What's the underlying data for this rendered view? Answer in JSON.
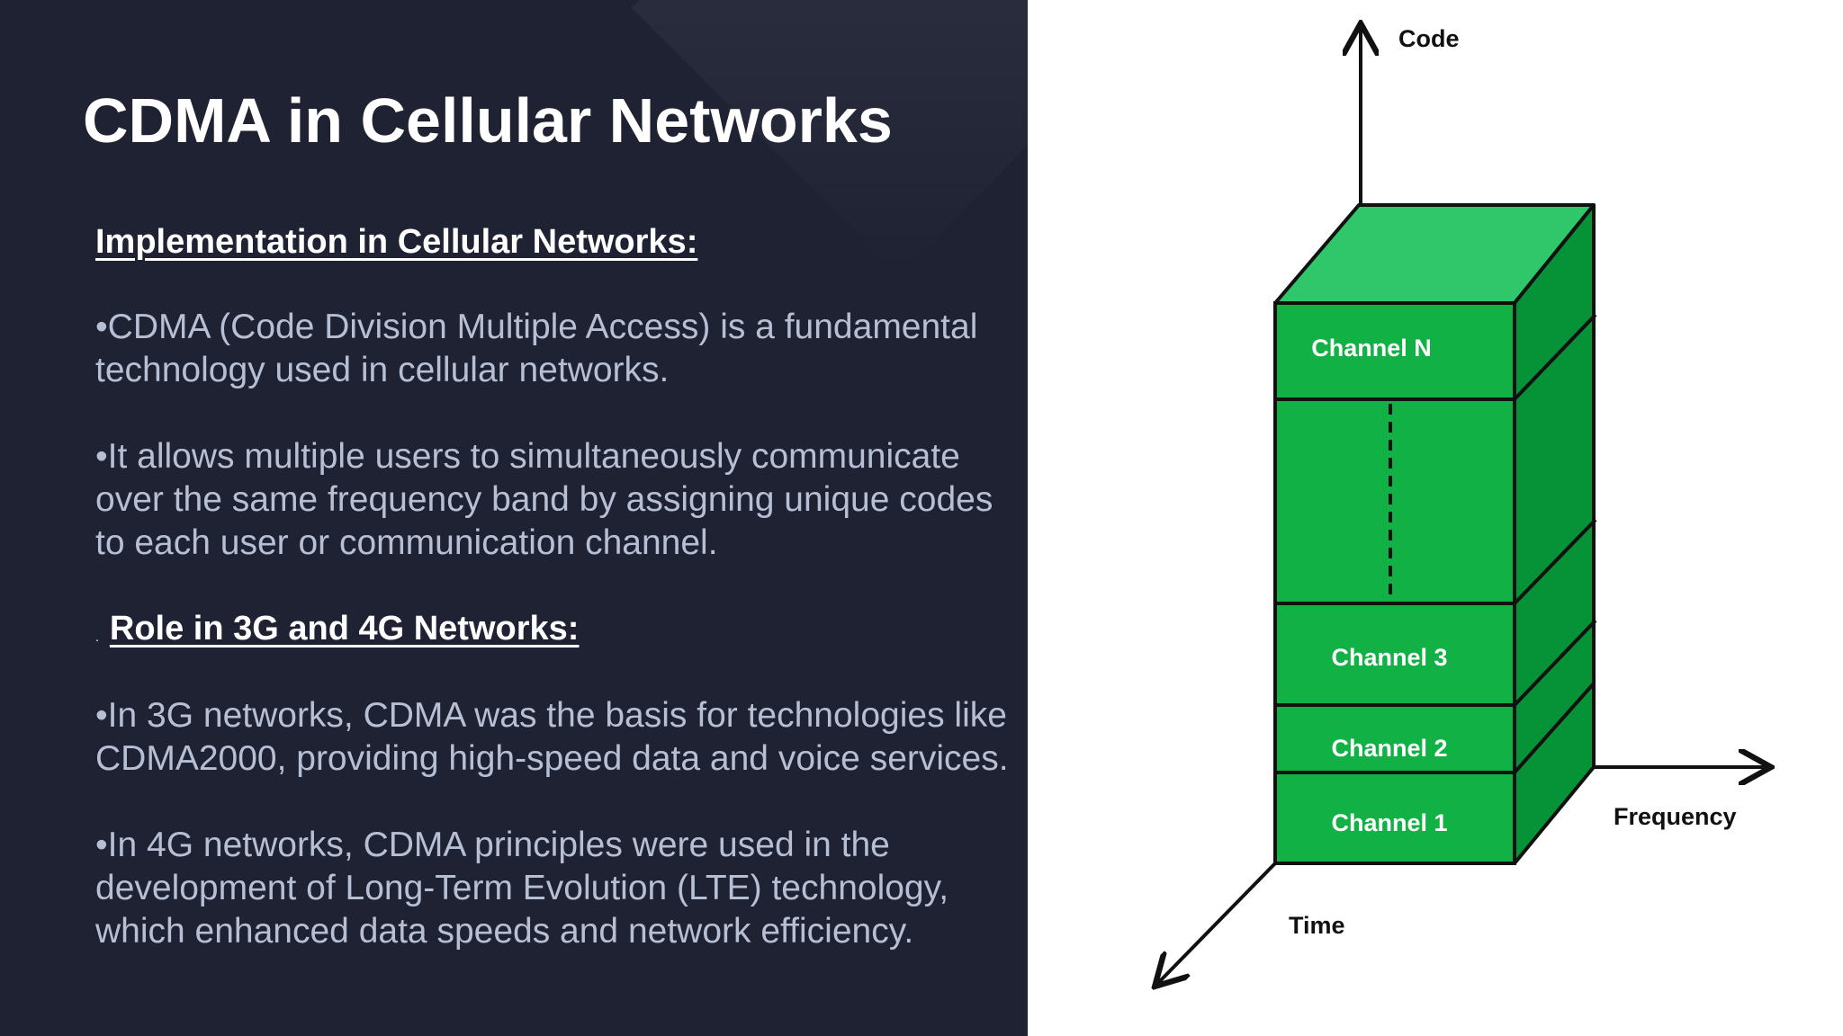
{
  "slide": {
    "title": "CDMA in Cellular Networks"
  },
  "section1": {
    "heading": "Implementation in Cellular Networks:",
    "para1_lines": [
      "•CDMA (Code Division Multiple Access) is a fundamental",
      "technology used in cellular networks."
    ],
    "para2_lines": [
      "•It allows multiple users to simultaneously communicate",
      "over the same frequency band by assigning unique codes",
      "to each user or communication channel."
    ]
  },
  "section2": {
    "lead": ".",
    "heading": "Role in 3G and 4G Networks:",
    "para1_lines": [
      "•In 3G networks, CDMA was the basis for technologies like",
      "CDMA2000, providing high-speed data and voice services."
    ],
    "para2_lines": [
      "•In 4G networks, CDMA principles were used in the",
      "development of Long-Term Evolution (LTE) technology,",
      "which enhanced data speeds and network efficiency."
    ]
  },
  "diagram": {
    "axis_code": "Code",
    "axis_frequency": "Frequency",
    "axis_time": "Time",
    "channels": [
      "Channel N",
      "Channel 3",
      "Channel 2",
      "Channel 1"
    ],
    "colors": {
      "front": "#11b145",
      "top": "#30c66a",
      "side": "#069237",
      "outline": "#111111"
    }
  }
}
